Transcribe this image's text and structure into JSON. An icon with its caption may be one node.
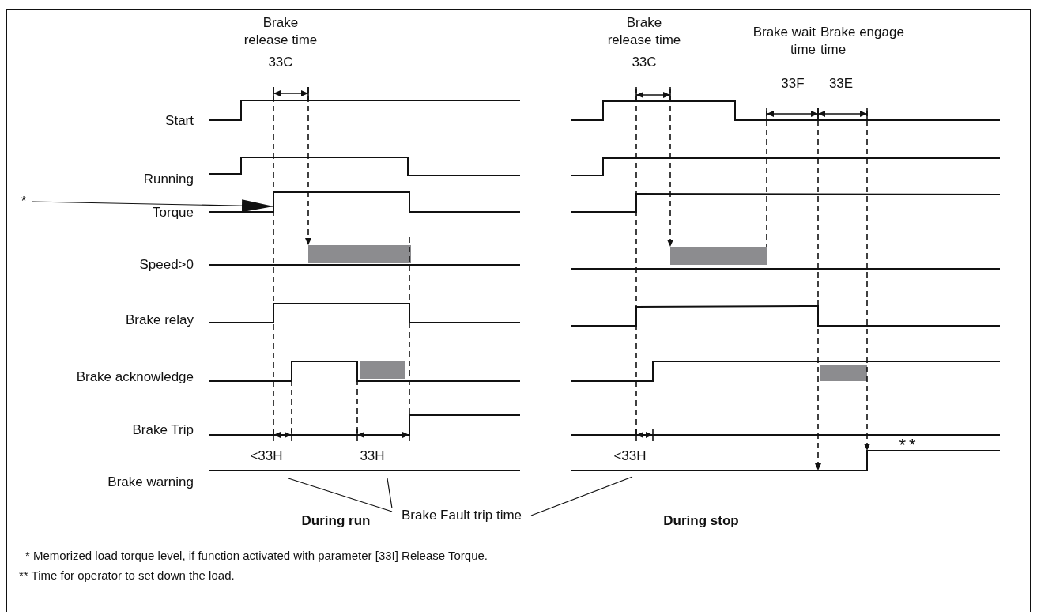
{
  "diagram": {
    "nodes": [
      {
        "text": [
          "*"
        ]
      },
      {
        "text": [
          "Brake Fault trip time"
        ]
      }
    ],
    "edges": [
      {
        "from": 0,
        "to": null,
        "arrow": "to"
      },
      {
        "from": 1,
        "to": null,
        "arrow": "none"
      },
      {
        "from": 1,
        "to": null,
        "arrow": "none"
      },
      {
        "from": 1,
        "to": null,
        "arrow": "none"
      }
    ],
    "labels": [
      "Brake release time",
      "33C",
      "Brake release time",
      "33C",
      "Brake wait time",
      "Brake engage time",
      "33F",
      "33E",
      "Start",
      "Running",
      "Torque",
      "Speed>0",
      "Brake relay",
      "Brake acknowledge",
      "Brake Trip",
      "<33H",
      "33H",
      "<33H",
      "Brake warning",
      "**",
      "During run",
      "During stop",
      "* Memorized load torque level, if function activated with parameter [33I] Release Torque.",
      "** Time for operator to set down the load."
    ]
  }
}
